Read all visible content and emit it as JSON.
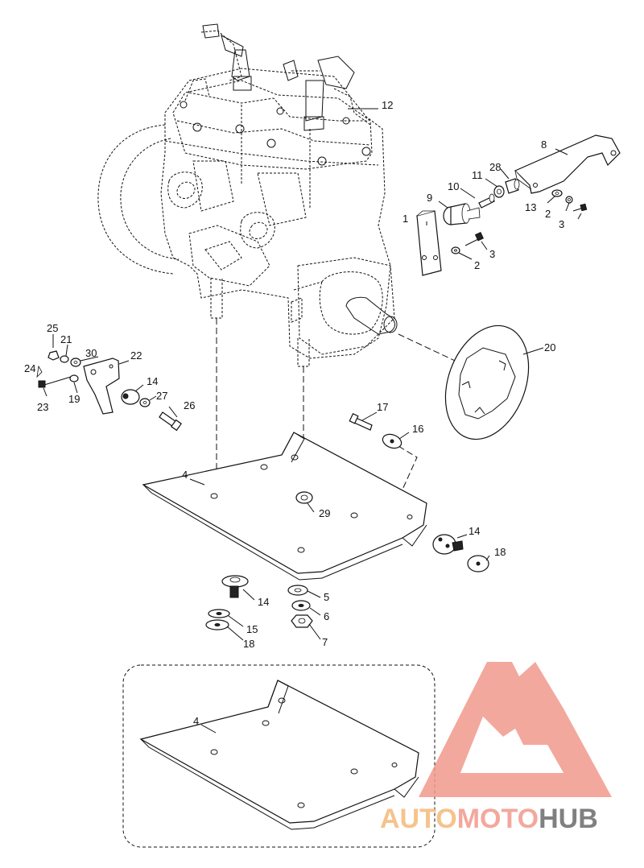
{
  "callouts": {
    "c1": "1",
    "c2a": "2",
    "c2b": "2",
    "c3a": "3",
    "c3b": "3",
    "c4a": "4",
    "c4b": "4",
    "c5": "5",
    "c6": "6",
    "c7": "7",
    "c8": "8",
    "c9": "9",
    "c10": "10",
    "c11": "11",
    "c12": "12",
    "c13": "13",
    "c14a": "14",
    "c14b": "14",
    "c14c": "14",
    "c15": "15",
    "c16": "16",
    "c17": "17",
    "c18a": "18",
    "c18b": "18",
    "c19": "19",
    "c20": "20",
    "c21": "21",
    "c22": "22",
    "c23": "23",
    "c24": "24",
    "c25": "25",
    "c26": "26",
    "c27": "27",
    "c28": "28",
    "c29": "29",
    "c30": "30"
  },
  "watermark": {
    "brand_part1": "AUTO",
    "brand_part2": "MOTO",
    "brand_part3": "HUB",
    "color_primary": "#f29a8c",
    "color_accent": "#f5b97a",
    "color_dark": "#6b6b6b"
  }
}
